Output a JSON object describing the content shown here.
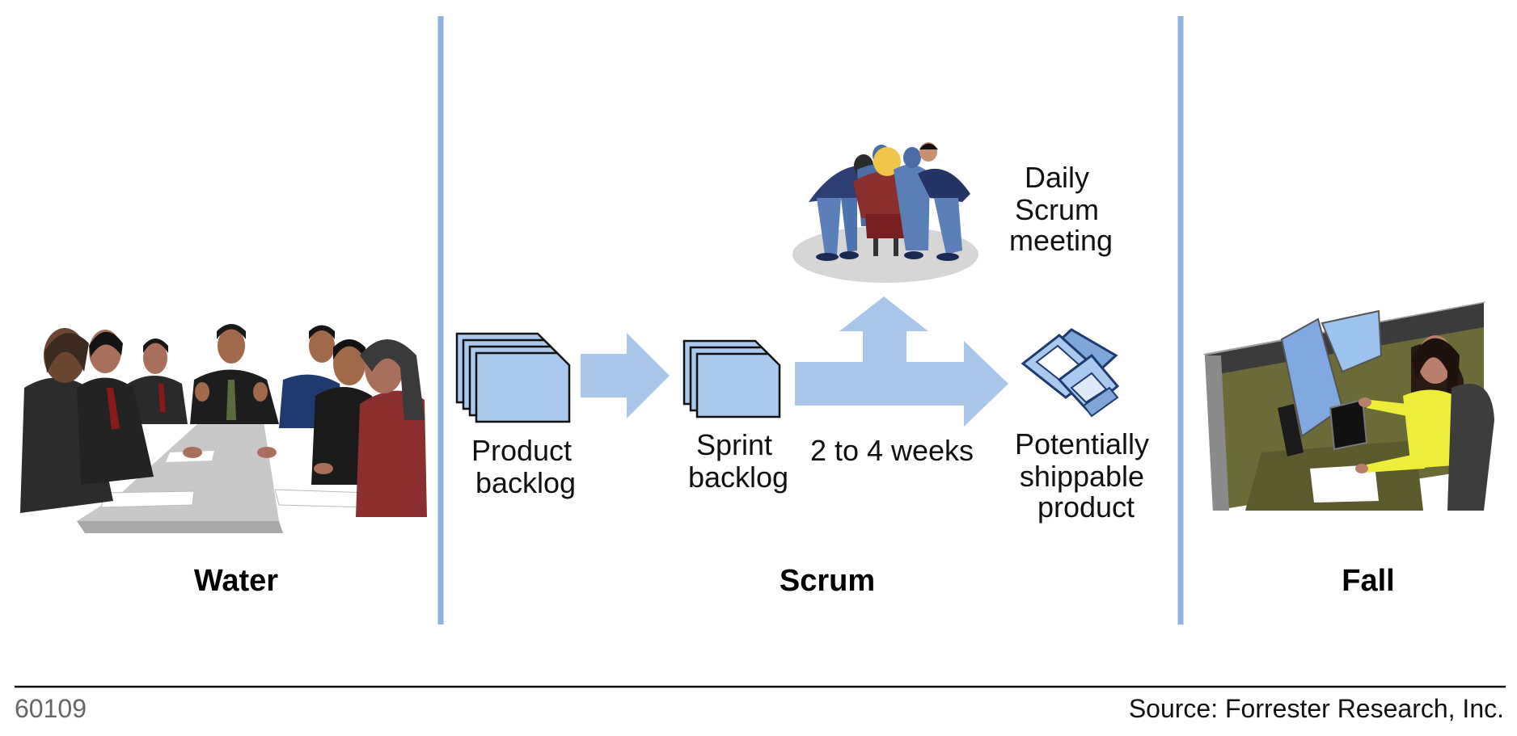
{
  "sections": {
    "water": "Water",
    "scrum": "Scrum",
    "fall": "Fall"
  },
  "flow": {
    "product_backlog": [
      "Product",
      "backlog"
    ],
    "sprint_backlog": [
      "Sprint",
      "backlog"
    ],
    "iteration_length": "2 to 4 weeks",
    "daily_scrum": [
      "Daily",
      "Scrum",
      "meeting"
    ],
    "shippable_product": [
      "Potentially",
      "shippable",
      "product"
    ]
  },
  "footer": {
    "id": "60109",
    "source": "Source: Forrester Research, Inc."
  },
  "icons": {
    "water": "business-meeting-icon",
    "daily_scrum": "team-huddle-icon",
    "shippable": "floppy-disks-icon",
    "fall": "office-worker-icon"
  },
  "colors": {
    "divider": "#8fb2e0",
    "arrow": "#a9c7ea",
    "page_fill": "#a9c9ee",
    "footer_id": "#666666"
  }
}
